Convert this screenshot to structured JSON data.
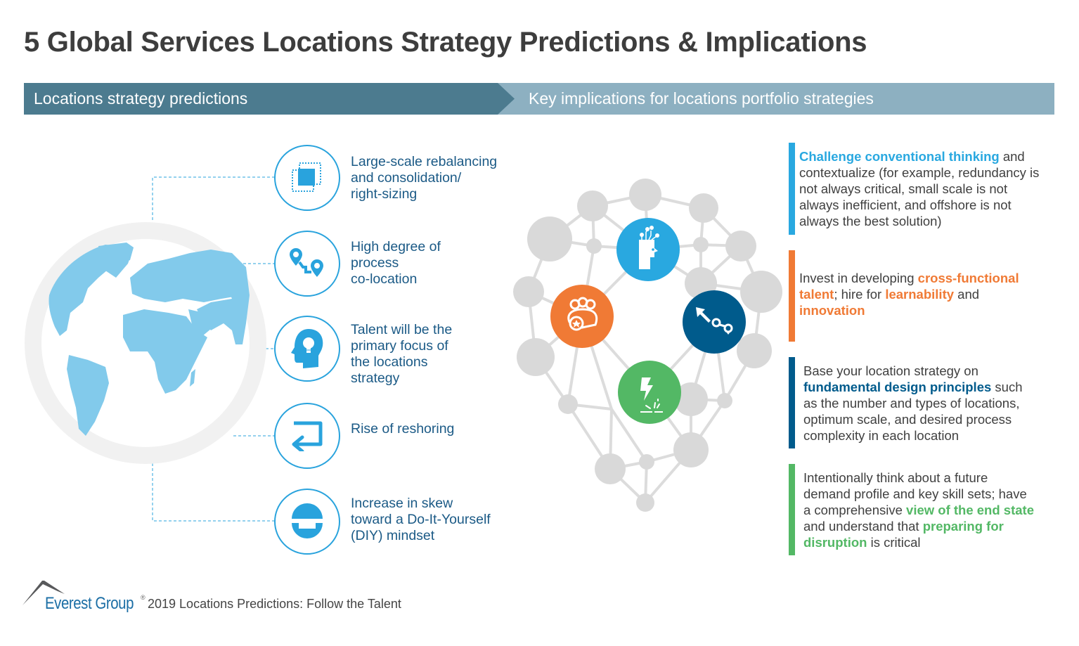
{
  "title": "5 Global Services Locations Strategy Predictions & Implications",
  "banners": {
    "left": {
      "label": "Locations strategy predictions",
      "color": "#4c7b8f"
    },
    "right": {
      "label": "Key implications for locations portfolio strategies",
      "color": "#8db0c1"
    }
  },
  "predictions": [
    {
      "icon": "rebalancing-squares-icon",
      "lines": [
        "Large-scale rebalancing",
        "and consolidation/",
        "right-sizing"
      ]
    },
    {
      "icon": "location-pins-path-icon",
      "lines": [
        "High degree of",
        "process",
        "co-location"
      ]
    },
    {
      "icon": "head-lightbulb-icon",
      "lines": [
        "Talent will be the",
        "primary focus of",
        "the locations",
        "strategy"
      ]
    },
    {
      "icon": "return-arrow-icon",
      "lines": [
        "Rise of reshoring"
      ]
    },
    {
      "icon": "diy-tool-icon",
      "lines": [
        "Increase in skew",
        "toward a Do-It-Yourself",
        "(DIY) mindset"
      ]
    }
  ],
  "network_icons": [
    {
      "icon": "digital-head-icon",
      "color": "#29a8e0"
    },
    {
      "icon": "team-star-icon",
      "color": "#f07a35"
    },
    {
      "icon": "path-arrow-icon",
      "color": "#005b8c"
    },
    {
      "icon": "disruption-bolt-icon",
      "color": "#53b865"
    }
  ],
  "implications": [
    {
      "color": "#29a8e0",
      "lines": [
        [
          {
            "t": "Challenge conventional thinking",
            "hl": true
          },
          {
            "t": " and"
          }
        ],
        [
          {
            "t": "contextualize (for example, redundancy is"
          }
        ],
        [
          {
            "t": "not always critical, small scale is not"
          }
        ],
        [
          {
            "t": "always inefficient, and offshore is not"
          }
        ],
        [
          {
            "t": "always the best solution)"
          }
        ]
      ]
    },
    {
      "color": "#f07a35",
      "lines": [
        [
          {
            "t": "Invest in developing "
          },
          {
            "t": "cross-functional",
            "hl": true
          }
        ],
        [
          {
            "t": "talent",
            "hl": true
          },
          {
            "t": "; hire for "
          },
          {
            "t": "learnability",
            "hl": true
          },
          {
            "t": " and"
          }
        ],
        [
          {
            "t": "innovation",
            "hl": true
          }
        ]
      ]
    },
    {
      "color": "#005b8c",
      "lines": [
        [
          {
            "t": "Base your location strategy on"
          }
        ],
        [
          {
            "t": "fundamental design principles",
            "hl": true
          },
          {
            "t": " such"
          }
        ],
        [
          {
            "t": "as the number and types of locations,"
          }
        ],
        [
          {
            "t": "optimum scale, and desired process"
          }
        ],
        [
          {
            "t": "complexity in each location"
          }
        ]
      ]
    },
    {
      "color": "#53b865",
      "lines": [
        [
          {
            "t": "Intentionally think about a future"
          }
        ],
        [
          {
            "t": "demand profile and key skill sets; have"
          }
        ],
        [
          {
            "t": "a comprehensive "
          },
          {
            "t": "view of the end state",
            "hl": true
          }
        ],
        [
          {
            "t": "and understand that "
          },
          {
            "t": "preparing for",
            "hl": true
          }
        ],
        [
          {
            "t": "disruption",
            "hl": true
          },
          {
            "t": " is critical"
          }
        ]
      ]
    }
  ],
  "footer": {
    "brand": "Everest Group",
    "registered": "®",
    "subtitle": "2019 Locations Predictions: Follow the Talent"
  }
}
